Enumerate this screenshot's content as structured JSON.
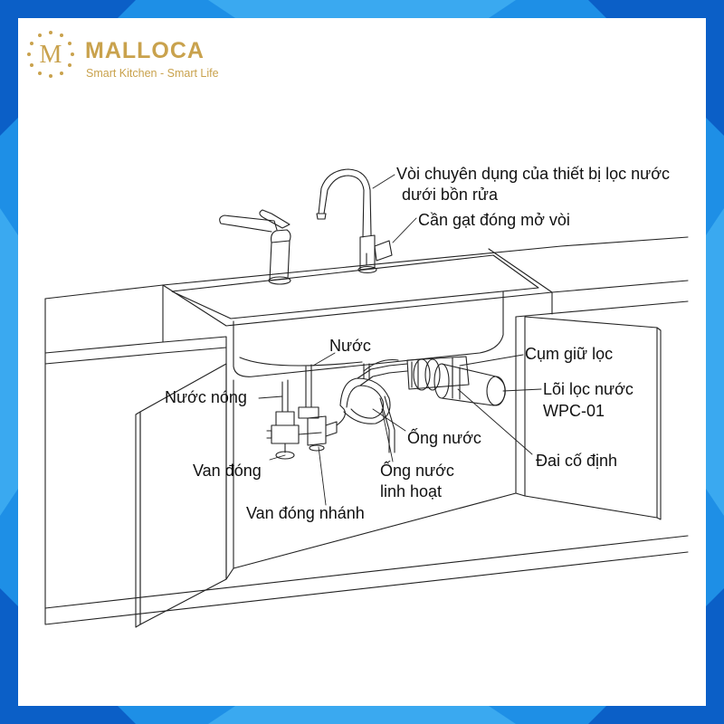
{
  "brand": {
    "logo_letter": "M",
    "name": "MALLOCA",
    "tagline": "Smart Kitchen - Smart Life",
    "gold": "#c9a24d"
  },
  "frame": {
    "background": "#1e8fe6"
  },
  "labels": {
    "faucet_line1": "Vòi chuyên dụng của thiết bị lọc nước",
    "faucet_line2": "dưới bồn rửa",
    "lever": "Cần gạt đóng mở vòi",
    "water": "Nước",
    "hot_water": "Nước nóng",
    "holder": "Cụm giữ lọc",
    "cartridge_line1": "Lõi lọc nước",
    "cartridge_line2": "WPC-01",
    "pipe": "Ống nước",
    "clamp": "Đai cố định",
    "shutoff": "Van đóng",
    "flex_line1": "Ống nước",
    "flex_line2": "linh hoạt",
    "branch_valve": "Van đóng nhánh"
  }
}
